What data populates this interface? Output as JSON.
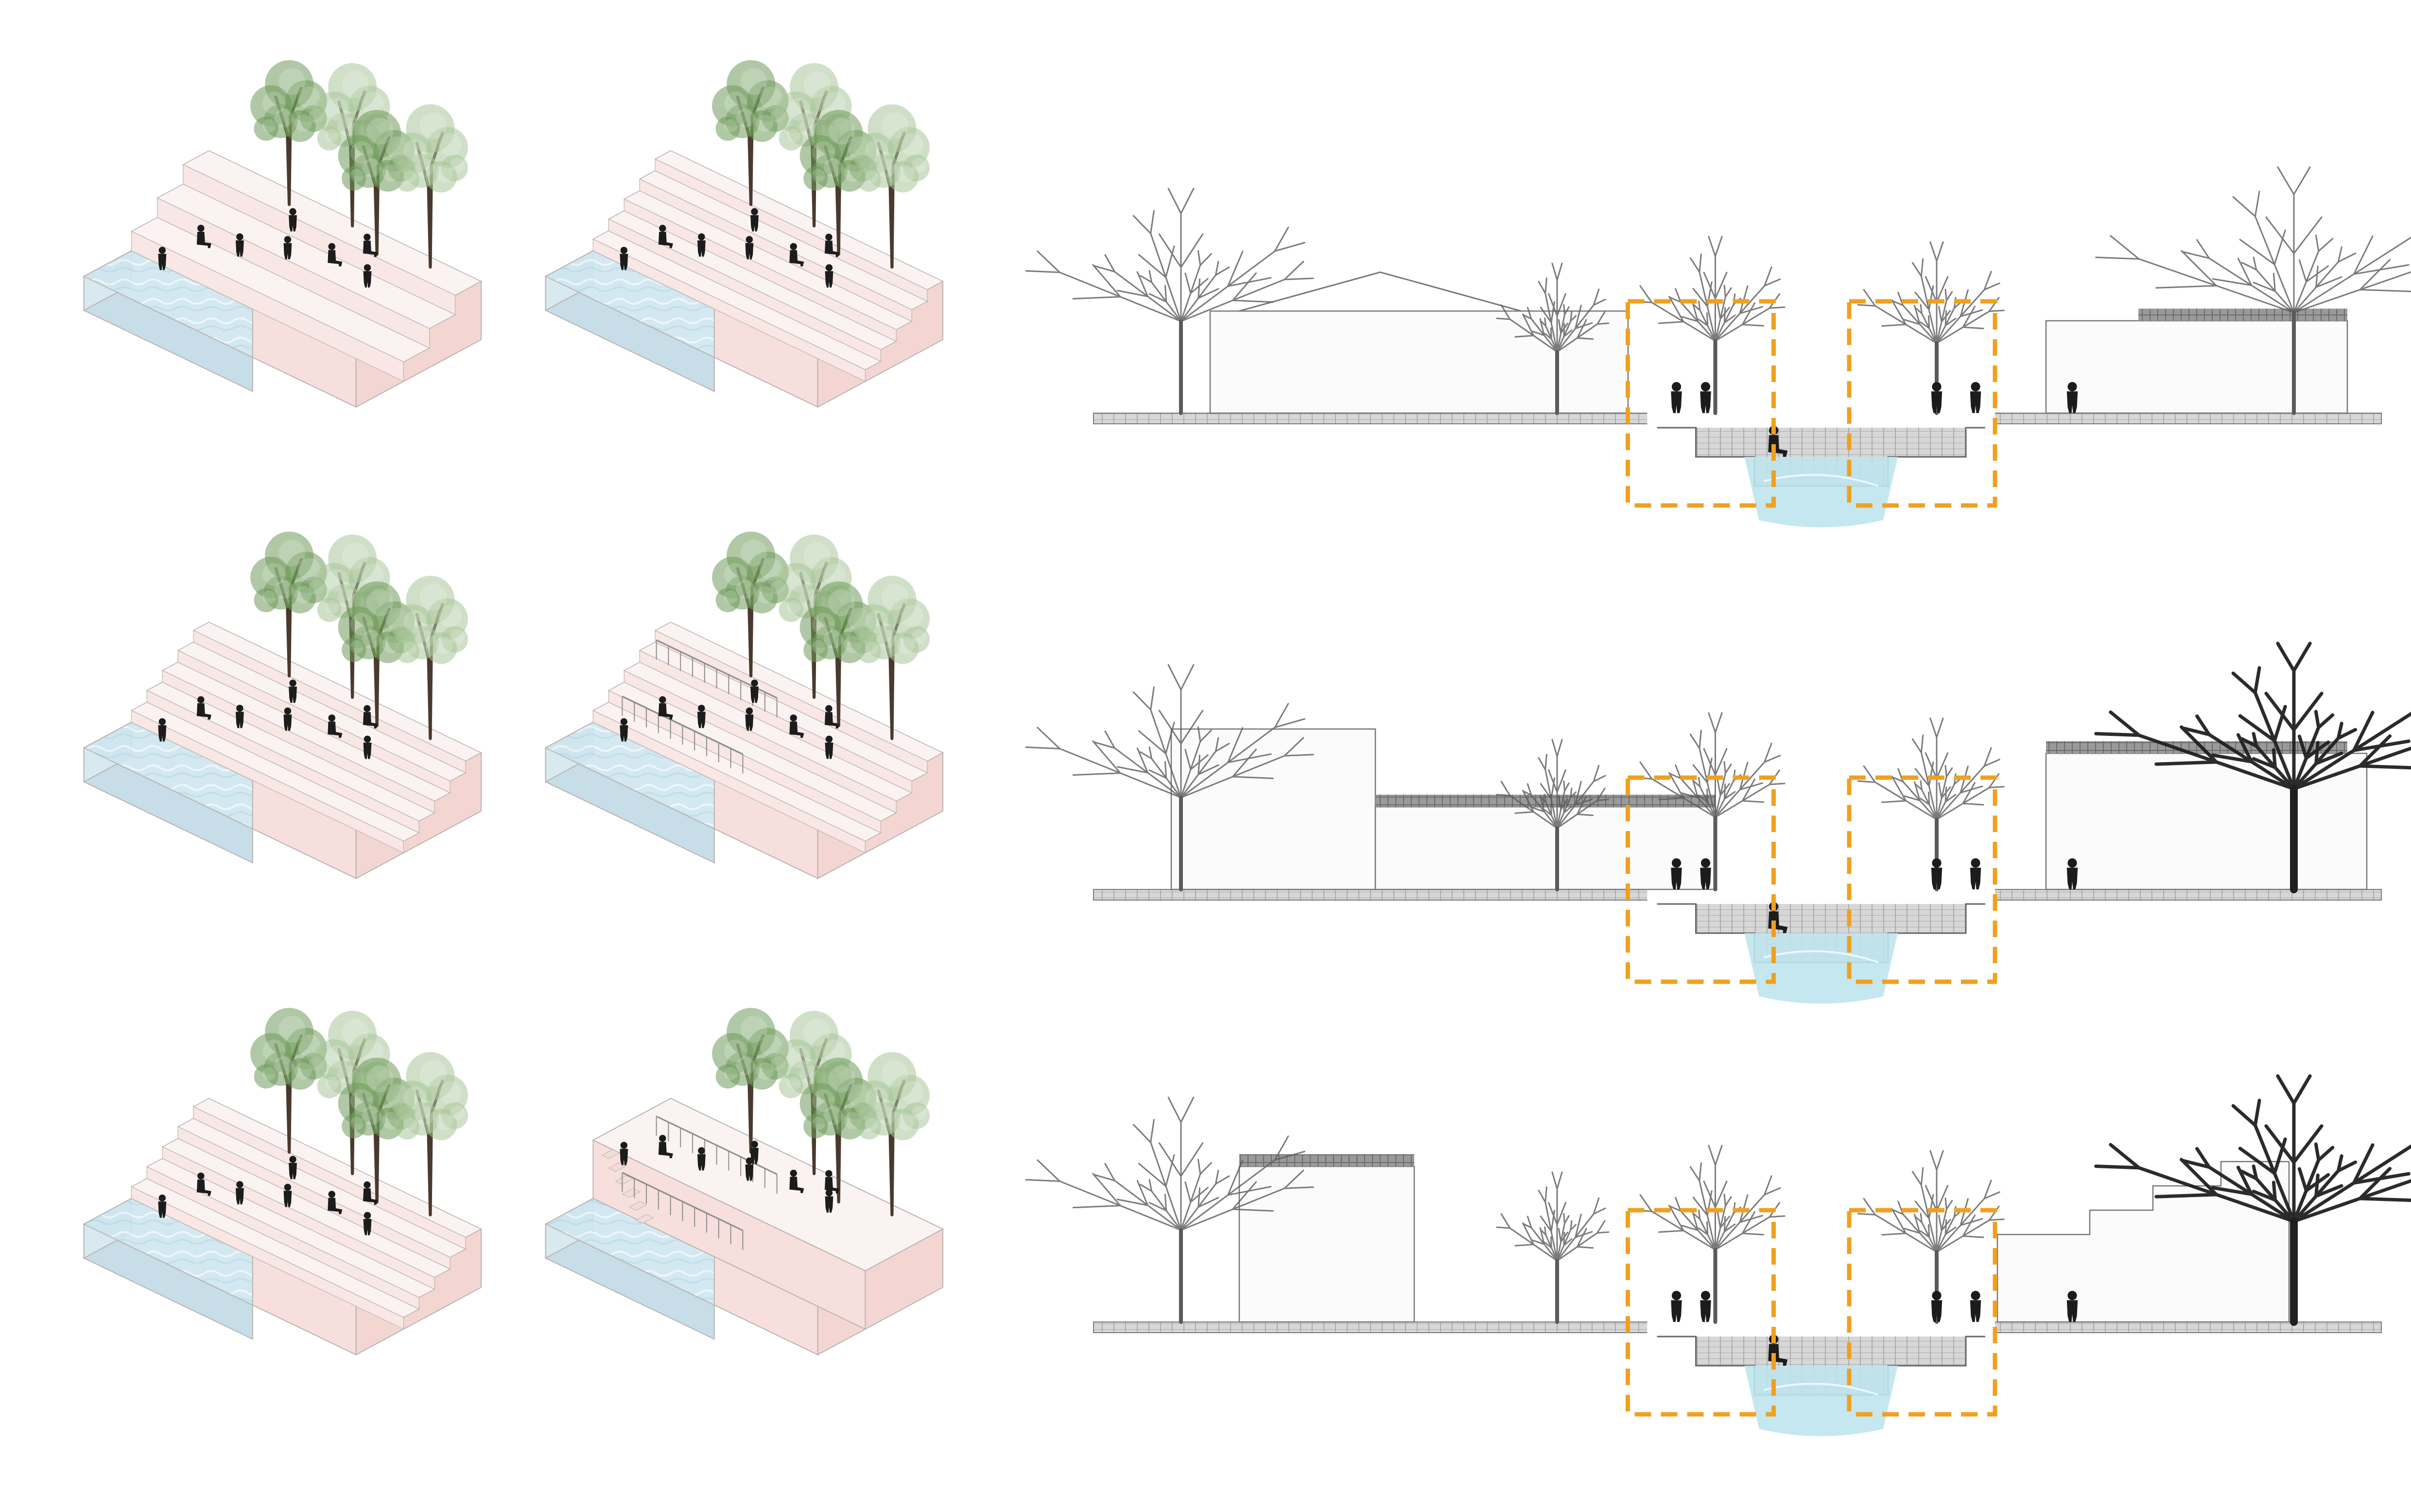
{
  "figure": {
    "background": "#ffffff",
    "colors": {
      "water_top": "#dcebf2",
      "water_side": "#c7dde8",
      "terrace_top": "#fbf3f1",
      "terrace_side": "#f6dfdc",
      "outline": "#b9b3b1",
      "ground_line": "#7a7a7a",
      "wall_fill": "#fbfbfb",
      "roof_tile": "#8b8b8b",
      "tree_leaf_green": "#6f9a5b",
      "tree_leaf_light": "#a9c79a",
      "tree_trunk": "#4a3a2e",
      "bare_tree": "#5a5a5a",
      "figure_silhouette": "#1c1c1c",
      "highlight_dash": "#f0a020",
      "section_water": "#bfe4ee"
    },
    "icons": [
      "tree-icon",
      "person-icon",
      "water-icon",
      "stairs-icon",
      "railing-icon",
      "roof-icon"
    ]
  },
  "rows": [
    {
      "axonometrics": [
        {
          "variant": "stepped-terraces-low"
        },
        {
          "variant": "plaza-with-steps"
        }
      ],
      "section": {
        "variant": "long-wall-gable",
        "highlight_count": 2
      }
    },
    {
      "axonometrics": [
        {
          "variant": "broad-steps"
        },
        {
          "variant": "two-level-terrace-railing"
        }
      ],
      "section": {
        "variant": "huizhou-walls",
        "highlight_count": 2
      }
    },
    {
      "axonometrics": [
        {
          "variant": "wide-steps-water"
        },
        {
          "variant": "railed-platforms-pavilion"
        }
      ],
      "section": {
        "variant": "stepped-gable-houses",
        "highlight_count": 2
      }
    }
  ]
}
